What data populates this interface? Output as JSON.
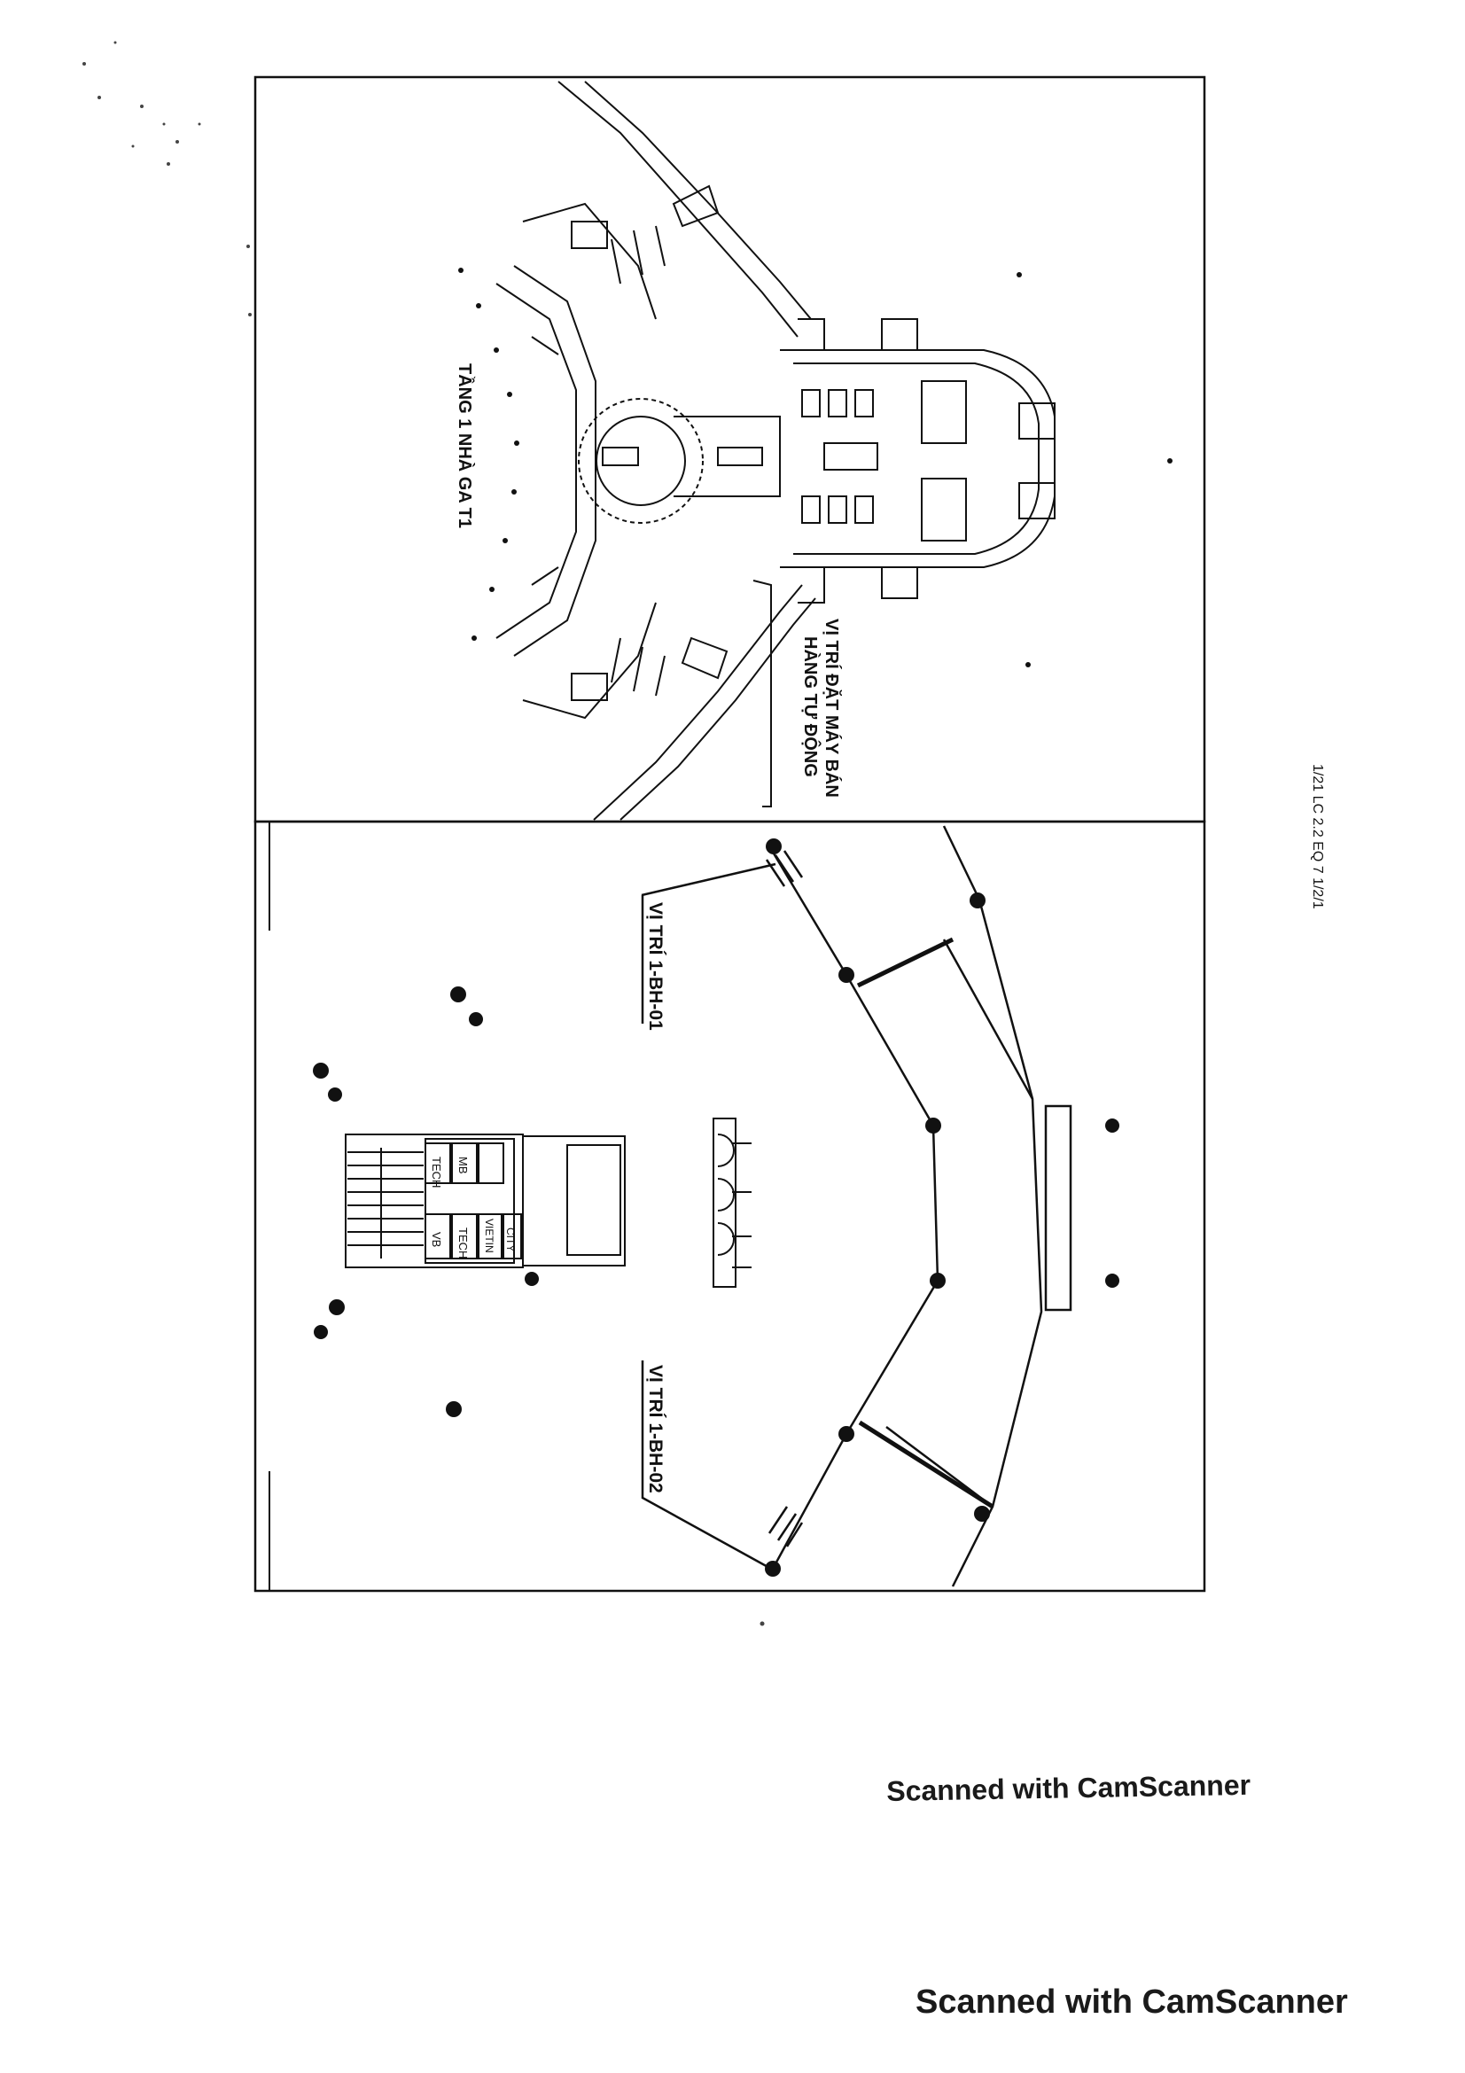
{
  "plan": {
    "top_title": "TẦNG 1 NHÀ GA T1",
    "machine_note_line1": "VỊ TRÍ ĐẶT MÁY BÁN",
    "machine_note_line2": "HÀNG TỰ ĐỘNG",
    "position_1": "VỊ TRÍ 1-BH-01",
    "position_2": "VỊ TRÍ 1-BH-02",
    "booths": {
      "left_col": [
        "TECH",
        "MB",
        ""
      ],
      "right_col": [
        "VB",
        "TECH",
        "VIETIN",
        "CITY"
      ]
    },
    "side_scribble": "1/21 LC 2.2 EQ 7 1/2/1"
  },
  "watermark": {
    "line1": "Scanned with CamScanner",
    "line2": "Scanned with CamScanner"
  },
  "colors": {
    "ink": "#111111",
    "paper": "#ffffff"
  }
}
